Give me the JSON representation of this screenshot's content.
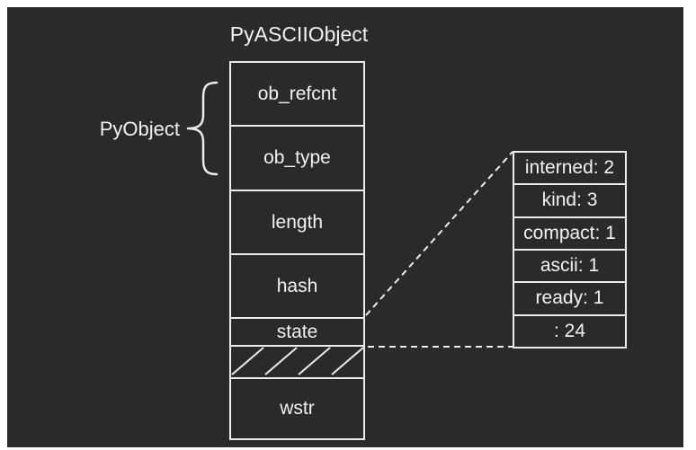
{
  "colors": {
    "page_background": "#ffffff",
    "canvas_background": "#2a2a2b",
    "line_color": "#ececec",
    "text_color": "#f2f2f2"
  },
  "stack": {
    "title": "PyASCIIObject",
    "cells": [
      {
        "label": "ob_refcnt"
      },
      {
        "label": "ob_type"
      },
      {
        "label": "length"
      },
      {
        "label": "hash"
      },
      {
        "label": "state"
      },
      {
        "label": "",
        "hatched": true
      },
      {
        "label": "wstr"
      }
    ]
  },
  "group": {
    "label": "PyObject"
  },
  "detail": {
    "rows": [
      "interned: 2",
      "kind: 3",
      "compact: 1",
      "ascii: 1",
      "ready: 1",
      ": 24"
    ]
  }
}
